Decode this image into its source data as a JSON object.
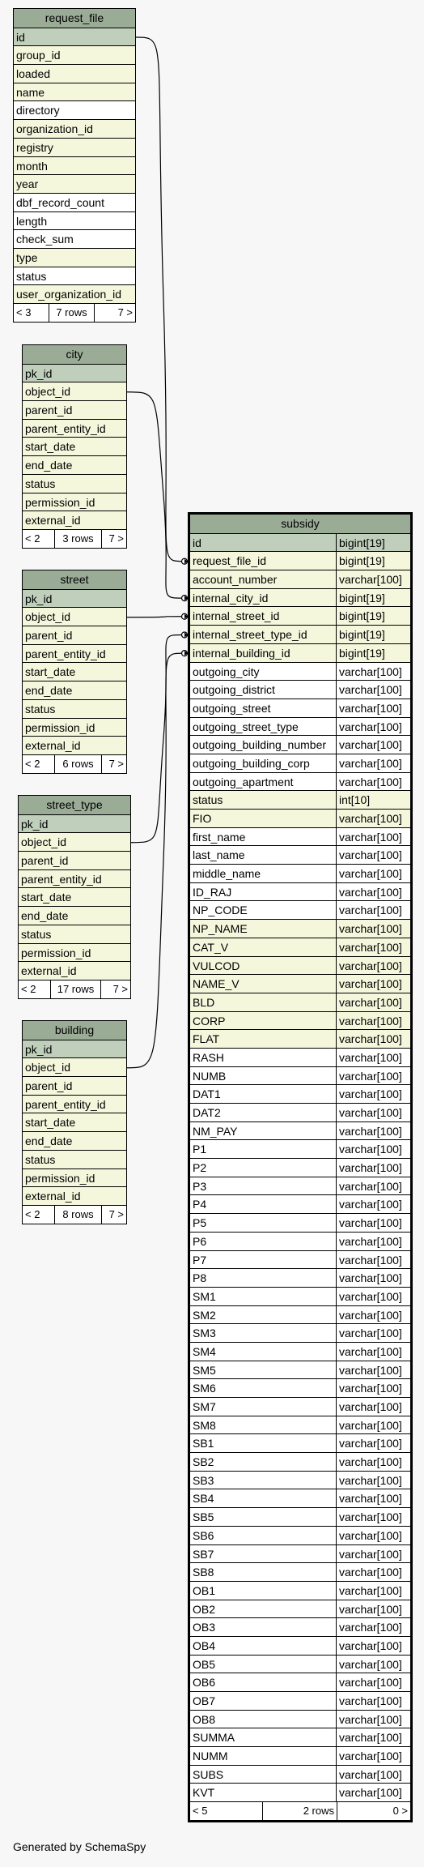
{
  "tables": {
    "request_file": {
      "name": "request_file",
      "columns": [
        {
          "name": "id",
          "kind": "pk"
        },
        {
          "name": "group_id",
          "kind": "idx"
        },
        {
          "name": "loaded",
          "kind": "idx"
        },
        {
          "name": "name",
          "kind": "idx"
        },
        {
          "name": "directory",
          "kind": "plain"
        },
        {
          "name": "organization_id",
          "kind": "idx"
        },
        {
          "name": "registry",
          "kind": "idx"
        },
        {
          "name": "month",
          "kind": "idx"
        },
        {
          "name": "year",
          "kind": "idx"
        },
        {
          "name": "dbf_record_count",
          "kind": "plain"
        },
        {
          "name": "length",
          "kind": "plain"
        },
        {
          "name": "check_sum",
          "kind": "plain"
        },
        {
          "name": "type",
          "kind": "idx"
        },
        {
          "name": "status",
          "kind": "plain"
        },
        {
          "name": "user_organization_id",
          "kind": "idx"
        }
      ],
      "footer": {
        "left": "< 3",
        "mid": "7 rows",
        "right": "7 >"
      }
    },
    "city": {
      "name": "city",
      "columns": [
        {
          "name": "pk_id",
          "kind": "pk"
        },
        {
          "name": "object_id",
          "kind": "idx"
        },
        {
          "name": "parent_id",
          "kind": "idx"
        },
        {
          "name": "parent_entity_id",
          "kind": "idx"
        },
        {
          "name": "start_date",
          "kind": "idx"
        },
        {
          "name": "end_date",
          "kind": "idx"
        },
        {
          "name": "status",
          "kind": "idx"
        },
        {
          "name": "permission_id",
          "kind": "idx"
        },
        {
          "name": "external_id",
          "kind": "idx"
        }
      ],
      "footer": {
        "left": "< 2",
        "mid": "3 rows",
        "right": "7 >"
      }
    },
    "street": {
      "name": "street",
      "columns": [
        {
          "name": "pk_id",
          "kind": "pk"
        },
        {
          "name": "object_id",
          "kind": "idx"
        },
        {
          "name": "parent_id",
          "kind": "idx"
        },
        {
          "name": "parent_entity_id",
          "kind": "idx"
        },
        {
          "name": "start_date",
          "kind": "idx"
        },
        {
          "name": "end_date",
          "kind": "idx"
        },
        {
          "name": "status",
          "kind": "idx"
        },
        {
          "name": "permission_id",
          "kind": "idx"
        },
        {
          "name": "external_id",
          "kind": "idx"
        }
      ],
      "footer": {
        "left": "< 2",
        "mid": "6 rows",
        "right": "7 >"
      }
    },
    "street_type": {
      "name": "street_type",
      "columns": [
        {
          "name": "pk_id",
          "kind": "pk"
        },
        {
          "name": "object_id",
          "kind": "idx"
        },
        {
          "name": "parent_id",
          "kind": "idx"
        },
        {
          "name": "parent_entity_id",
          "kind": "idx"
        },
        {
          "name": "start_date",
          "kind": "idx"
        },
        {
          "name": "end_date",
          "kind": "idx"
        },
        {
          "name": "status",
          "kind": "idx"
        },
        {
          "name": "permission_id",
          "kind": "idx"
        },
        {
          "name": "external_id",
          "kind": "idx"
        }
      ],
      "footer": {
        "left": "< 2",
        "mid": "17 rows",
        "right": "7 >"
      }
    },
    "building": {
      "name": "building",
      "columns": [
        {
          "name": "pk_id",
          "kind": "pk"
        },
        {
          "name": "object_id",
          "kind": "idx"
        },
        {
          "name": "parent_id",
          "kind": "idx"
        },
        {
          "name": "parent_entity_id",
          "kind": "idx"
        },
        {
          "name": "start_date",
          "kind": "idx"
        },
        {
          "name": "end_date",
          "kind": "idx"
        },
        {
          "name": "status",
          "kind": "idx"
        },
        {
          "name": "permission_id",
          "kind": "idx"
        },
        {
          "name": "external_id",
          "kind": "idx"
        }
      ],
      "footer": {
        "left": "< 2",
        "mid": "8 rows",
        "right": "7 >"
      }
    },
    "subsidy": {
      "name": "subsidy",
      "columns": [
        {
          "name": "id",
          "type": "bigint[19]",
          "kind": "pk"
        },
        {
          "name": "request_file_id",
          "type": "bigint[19]",
          "kind": "idx"
        },
        {
          "name": "account_number",
          "type": "varchar[100]",
          "kind": "idx"
        },
        {
          "name": "internal_city_id",
          "type": "bigint[19]",
          "kind": "idx"
        },
        {
          "name": "internal_street_id",
          "type": "bigint[19]",
          "kind": "idx"
        },
        {
          "name": "internal_street_type_id",
          "type": "bigint[19]",
          "kind": "idx"
        },
        {
          "name": "internal_building_id",
          "type": "bigint[19]",
          "kind": "idx"
        },
        {
          "name": "outgoing_city",
          "type": "varchar[100]",
          "kind": "plain"
        },
        {
          "name": "outgoing_district",
          "type": "varchar[100]",
          "kind": "plain"
        },
        {
          "name": "outgoing_street",
          "type": "varchar[100]",
          "kind": "plain"
        },
        {
          "name": "outgoing_street_type",
          "type": "varchar[100]",
          "kind": "plain"
        },
        {
          "name": "outgoing_building_number",
          "type": "varchar[100]",
          "kind": "plain"
        },
        {
          "name": "outgoing_building_corp",
          "type": "varchar[100]",
          "kind": "plain"
        },
        {
          "name": "outgoing_apartment",
          "type": "varchar[100]",
          "kind": "plain"
        },
        {
          "name": "status",
          "type": "int[10]",
          "kind": "idx"
        },
        {
          "name": "FIO",
          "type": "varchar[100]",
          "kind": "idx"
        },
        {
          "name": "first_name",
          "type": "varchar[100]",
          "kind": "plain"
        },
        {
          "name": "last_name",
          "type": "varchar[100]",
          "kind": "plain"
        },
        {
          "name": "middle_name",
          "type": "varchar[100]",
          "kind": "plain"
        },
        {
          "name": "ID_RAJ",
          "type": "varchar[100]",
          "kind": "plain"
        },
        {
          "name": "NP_CODE",
          "type": "varchar[100]",
          "kind": "plain"
        },
        {
          "name": "NP_NAME",
          "type": "varchar[100]",
          "kind": "idx"
        },
        {
          "name": "CAT_V",
          "type": "varchar[100]",
          "kind": "idx"
        },
        {
          "name": "VULCOD",
          "type": "varchar[100]",
          "kind": "idx"
        },
        {
          "name": "NAME_V",
          "type": "varchar[100]",
          "kind": "idx"
        },
        {
          "name": "BLD",
          "type": "varchar[100]",
          "kind": "idx"
        },
        {
          "name": "CORP",
          "type": "varchar[100]",
          "kind": "idx"
        },
        {
          "name": "FLAT",
          "type": "varchar[100]",
          "kind": "idx"
        },
        {
          "name": "RASH",
          "type": "varchar[100]",
          "kind": "plain"
        },
        {
          "name": "NUMB",
          "type": "varchar[100]",
          "kind": "plain"
        },
        {
          "name": "DAT1",
          "type": "varchar[100]",
          "kind": "plain"
        },
        {
          "name": "DAT2",
          "type": "varchar[100]",
          "kind": "plain"
        },
        {
          "name": "NM_PAY",
          "type": "varchar[100]",
          "kind": "plain"
        },
        {
          "name": "P1",
          "type": "varchar[100]",
          "kind": "plain"
        },
        {
          "name": "P2",
          "type": "varchar[100]",
          "kind": "plain"
        },
        {
          "name": "P3",
          "type": "varchar[100]",
          "kind": "plain"
        },
        {
          "name": "P4",
          "type": "varchar[100]",
          "kind": "plain"
        },
        {
          "name": "P5",
          "type": "varchar[100]",
          "kind": "plain"
        },
        {
          "name": "P6",
          "type": "varchar[100]",
          "kind": "plain"
        },
        {
          "name": "P7",
          "type": "varchar[100]",
          "kind": "plain"
        },
        {
          "name": "P8",
          "type": "varchar[100]",
          "kind": "plain"
        },
        {
          "name": "SM1",
          "type": "varchar[100]",
          "kind": "plain"
        },
        {
          "name": "SM2",
          "type": "varchar[100]",
          "kind": "plain"
        },
        {
          "name": "SM3",
          "type": "varchar[100]",
          "kind": "plain"
        },
        {
          "name": "SM4",
          "type": "varchar[100]",
          "kind": "plain"
        },
        {
          "name": "SM5",
          "type": "varchar[100]",
          "kind": "plain"
        },
        {
          "name": "SM6",
          "type": "varchar[100]",
          "kind": "plain"
        },
        {
          "name": "SM7",
          "type": "varchar[100]",
          "kind": "plain"
        },
        {
          "name": "SM8",
          "type": "varchar[100]",
          "kind": "plain"
        },
        {
          "name": "SB1",
          "type": "varchar[100]",
          "kind": "plain"
        },
        {
          "name": "SB2",
          "type": "varchar[100]",
          "kind": "plain"
        },
        {
          "name": "SB3",
          "type": "varchar[100]",
          "kind": "plain"
        },
        {
          "name": "SB4",
          "type": "varchar[100]",
          "kind": "plain"
        },
        {
          "name": "SB5",
          "type": "varchar[100]",
          "kind": "plain"
        },
        {
          "name": "SB6",
          "type": "varchar[100]",
          "kind": "plain"
        },
        {
          "name": "SB7",
          "type": "varchar[100]",
          "kind": "plain"
        },
        {
          "name": "SB8",
          "type": "varchar[100]",
          "kind": "plain"
        },
        {
          "name": "OB1",
          "type": "varchar[100]",
          "kind": "plain"
        },
        {
          "name": "OB2",
          "type": "varchar[100]",
          "kind": "plain"
        },
        {
          "name": "OB3",
          "type": "varchar[100]",
          "kind": "plain"
        },
        {
          "name": "OB4",
          "type": "varchar[100]",
          "kind": "plain"
        },
        {
          "name": "OB5",
          "type": "varchar[100]",
          "kind": "plain"
        },
        {
          "name": "OB6",
          "type": "varchar[100]",
          "kind": "plain"
        },
        {
          "name": "OB7",
          "type": "varchar[100]",
          "kind": "plain"
        },
        {
          "name": "OB8",
          "type": "varchar[100]",
          "kind": "plain"
        },
        {
          "name": "SUMMA",
          "type": "varchar[100]",
          "kind": "plain"
        },
        {
          "name": "NUMM",
          "type": "varchar[100]",
          "kind": "plain"
        },
        {
          "name": "SUBS",
          "type": "varchar[100]",
          "kind": "plain"
        },
        {
          "name": "KVT",
          "type": "varchar[100]",
          "kind": "plain"
        }
      ],
      "footer": {
        "left": "< 5",
        "mid": "2 rows",
        "right": "0 >"
      }
    }
  },
  "relationships": [
    {
      "from": "request_file.id",
      "to": "subsidy.request_file_id"
    },
    {
      "from": "city.object_id",
      "to": "subsidy.internal_city_id"
    },
    {
      "from": "street.object_id",
      "to": "subsidy.internal_street_id"
    },
    {
      "from": "street_type.object_id",
      "to": "subsidy.internal_street_type_id"
    },
    {
      "from": "building.object_id",
      "to": "subsidy.internal_building_id"
    }
  ],
  "colors": {
    "header": "#9aab96",
    "pk": "#bfcfbb",
    "indexed": "#f5f7dd",
    "plain": "#ffffff",
    "background": "#f7f7f7"
  },
  "generated_by": "Generated by SchemaSpy"
}
